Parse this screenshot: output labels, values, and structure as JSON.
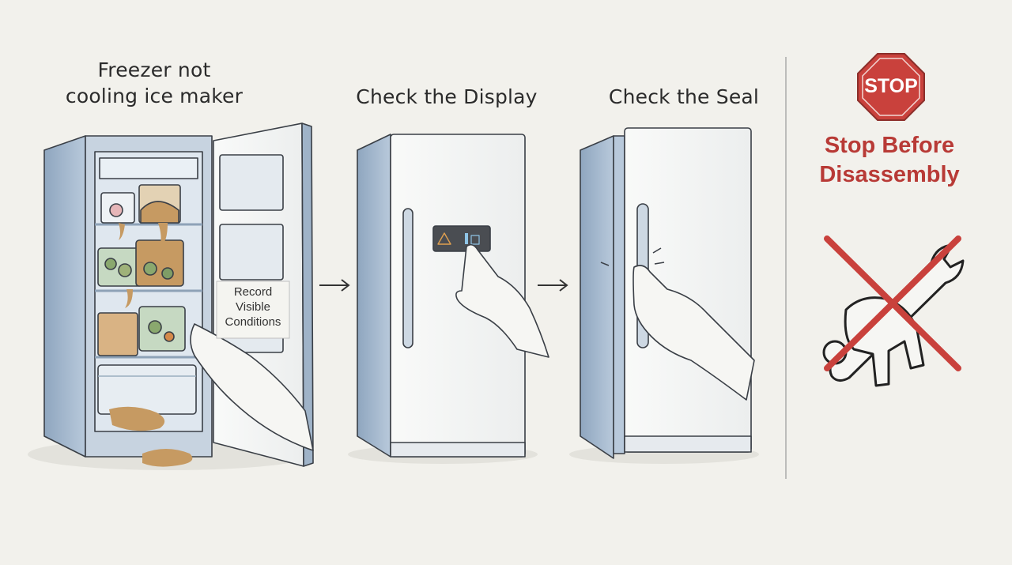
{
  "steps": {
    "step1_title": "Freezer not\ncooling ice maker",
    "step1_note": "Record\nVisible\nConditions",
    "step2_title": "Check the Display",
    "step3_title": "Check the Seal"
  },
  "stop": {
    "sign_text": "STOP",
    "caption": "Stop Before\nDisassembly"
  },
  "colors": {
    "background": "#f2f1ec",
    "appliance_blue": "#a9bdd3",
    "appliance_white": "#f7f8f7",
    "stop_red": "#c9413c",
    "melt_orange": "#c69a62",
    "outline": "#3a3f46"
  },
  "icons": [
    "arrow-right-icon",
    "stop-sign-icon",
    "wrench-icon",
    "prohibition-icon",
    "hand-icon",
    "warning-icon"
  ]
}
